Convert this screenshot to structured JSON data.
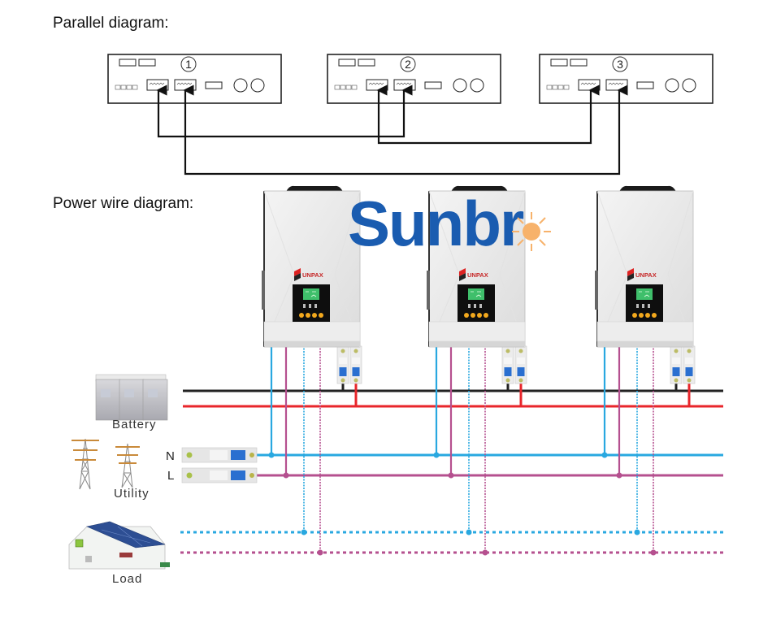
{
  "headings": {
    "parallel": "Parallel diagram:",
    "power": "Power wire diagram:"
  },
  "parallel_units": [
    {
      "number": "1"
    },
    {
      "number": "2"
    },
    {
      "number": "3"
    }
  ],
  "watermark": {
    "text": "Sunbr",
    "icon": "sun-icon",
    "text_color": "#1a5cb0",
    "icon_color": "#f7b26b"
  },
  "inverters": [
    {
      "brand": "UNPAX"
    },
    {
      "brand": "UNPAX"
    },
    {
      "brand": "UNPAX"
    }
  ],
  "sources": {
    "battery": "Battery",
    "utility": "Utility",
    "load": "Load"
  },
  "breaker_labels": {
    "neutral": "N",
    "line": "L"
  },
  "wire_colors": {
    "battery_negative": "#222222",
    "battery_positive": "#e8262b",
    "neutral": "#29a8e0",
    "line": "#b5508f"
  }
}
